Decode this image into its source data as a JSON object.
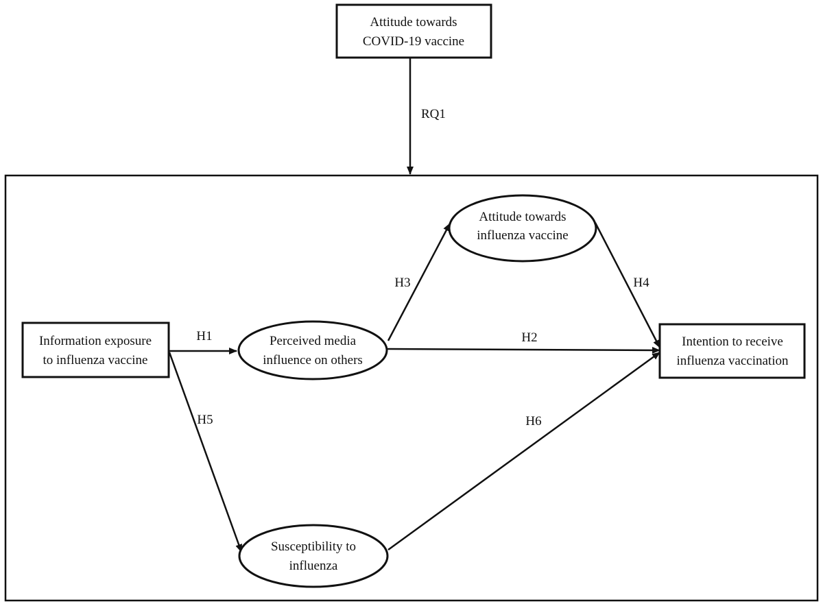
{
  "nodes": {
    "covid_attitude": {
      "lines": [
        "Attitude towards",
        "COVID-19 vaccine"
      ]
    },
    "info_exposure": {
      "lines": [
        "Information exposure",
        "to influenza vaccine"
      ]
    },
    "perceived_media": {
      "lines": [
        "Perceived media",
        "influence on others"
      ]
    },
    "flu_attitude": {
      "lines": [
        "Attitude towards",
        "influenza vaccine"
      ]
    },
    "intention": {
      "lines": [
        "Intention to receive",
        "influenza vaccination"
      ]
    },
    "susceptibility": {
      "lines": [
        "Susceptibility to",
        "influenza"
      ]
    }
  },
  "edges": {
    "rq1": {
      "label": "RQ1",
      "from": "covid_attitude",
      "to": "model-frame"
    },
    "h1": {
      "label": "H1",
      "from": "info_exposure",
      "to": "perceived_media"
    },
    "h2": {
      "label": "H2",
      "from": "perceived_media",
      "to": "intention"
    },
    "h3": {
      "label": "H3",
      "from": "perceived_media",
      "to": "flu_attitude"
    },
    "h4": {
      "label": "H4",
      "from": "flu_attitude",
      "to": "intention"
    },
    "h5": {
      "label": "H5",
      "from": "info_exposure",
      "to": "susceptibility"
    },
    "h6": {
      "label": "H6",
      "from": "susceptibility",
      "to": "intention"
    }
  },
  "colors": {
    "stroke": "#111111",
    "background": "#ffffff"
  }
}
